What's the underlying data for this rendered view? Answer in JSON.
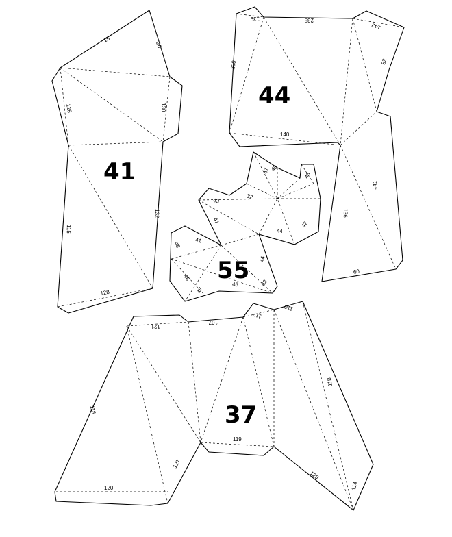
{
  "pieces": [
    {
      "id": "41",
      "labels": [
        "15",
        "26",
        "128",
        "130",
        "115",
        "132",
        "128"
      ]
    },
    {
      "id": "44",
      "labels": [
        "139",
        "238",
        "142",
        "200",
        "82",
        "140",
        "141",
        "136",
        "60"
      ]
    },
    {
      "id": "55",
      "labels": [
        "48",
        "47",
        "46",
        "43",
        "32",
        "41",
        "42",
        "44",
        "38",
        "41",
        "44",
        "46",
        "42",
        "47",
        "46"
      ]
    },
    {
      "id": "37",
      "labels": [
        "121",
        "107",
        "117",
        "110",
        "118",
        "119",
        "118",
        "127",
        "120",
        "125",
        "114"
      ]
    }
  ]
}
